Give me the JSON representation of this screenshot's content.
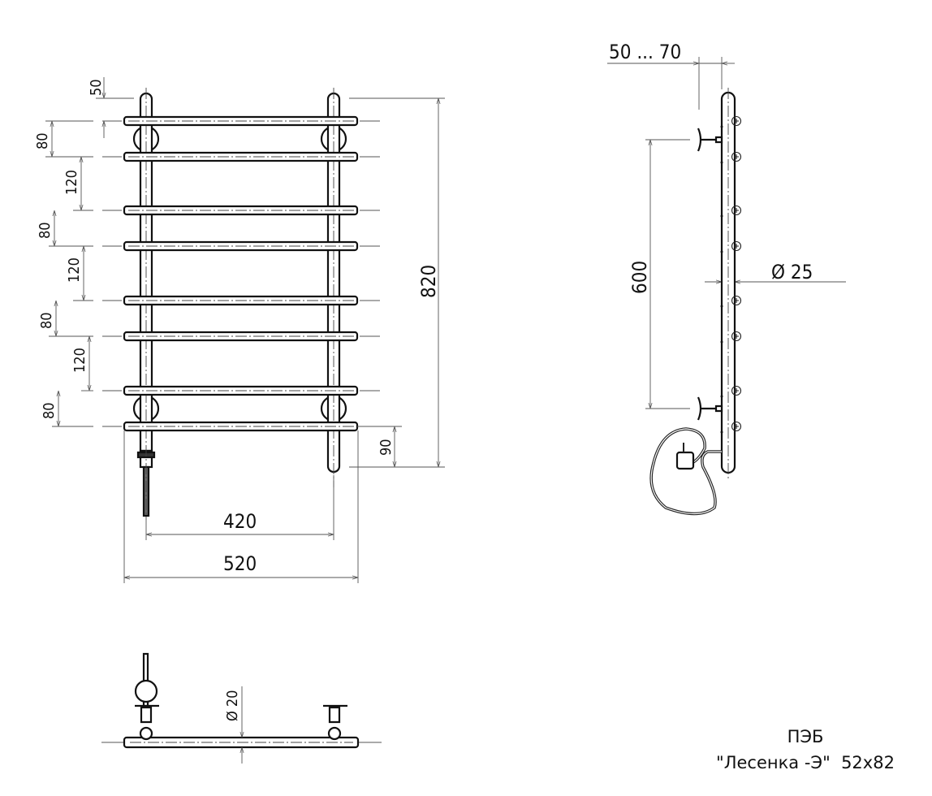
{
  "front_view": {
    "dims_left": [
      "50",
      "80",
      "120",
      "80",
      "120",
      "80",
      "120",
      "80"
    ],
    "total_height": "820",
    "bottom_offset": "90",
    "axis_width": "420",
    "overall_width": "520"
  },
  "side_view": {
    "wall_offset": "50 ... 70",
    "mount_spacing": "600",
    "pipe_diameter": "Ø 25"
  },
  "top_view": {
    "bar_diameter": "Ø 20"
  },
  "title_block": {
    "line1": "ПЭБ",
    "line2": "\"Лесенка -Э\"  52x82"
  }
}
